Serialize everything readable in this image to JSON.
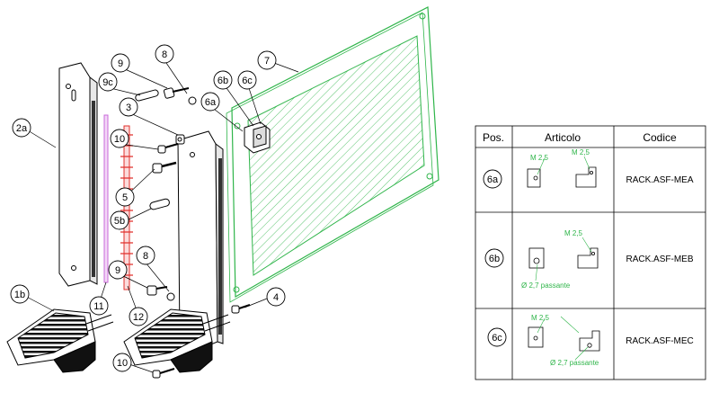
{
  "callouts": [
    "8",
    "9",
    "9c",
    "7",
    "6b",
    "6c",
    "6a",
    "2a",
    "3",
    "10",
    "5",
    "5b",
    "8",
    "9",
    "1b",
    "11",
    "12",
    "4",
    "10"
  ],
  "table": {
    "headers": [
      "Pos.",
      "Articolo",
      "Codice"
    ],
    "rows": [
      {
        "pos": "6a",
        "codice": "RACK.ASF-MEA",
        "dims": [
          "M 2,5",
          "M 2,5"
        ]
      },
      {
        "pos": "6b",
        "codice": "RACK.ASF-MEB",
        "dims": [
          "M 2,5",
          "Ø 2,7 passante"
        ]
      },
      {
        "pos": "6c",
        "codice": "RACK.ASF-MEC",
        "dims": [
          "M 2,5",
          "Ø 2,7 passante"
        ]
      }
    ]
  },
  "colors": {
    "panel": "#2fb54a",
    "spring": "#e0302c",
    "rod": "#c86ad8",
    "line": "#000000"
  }
}
